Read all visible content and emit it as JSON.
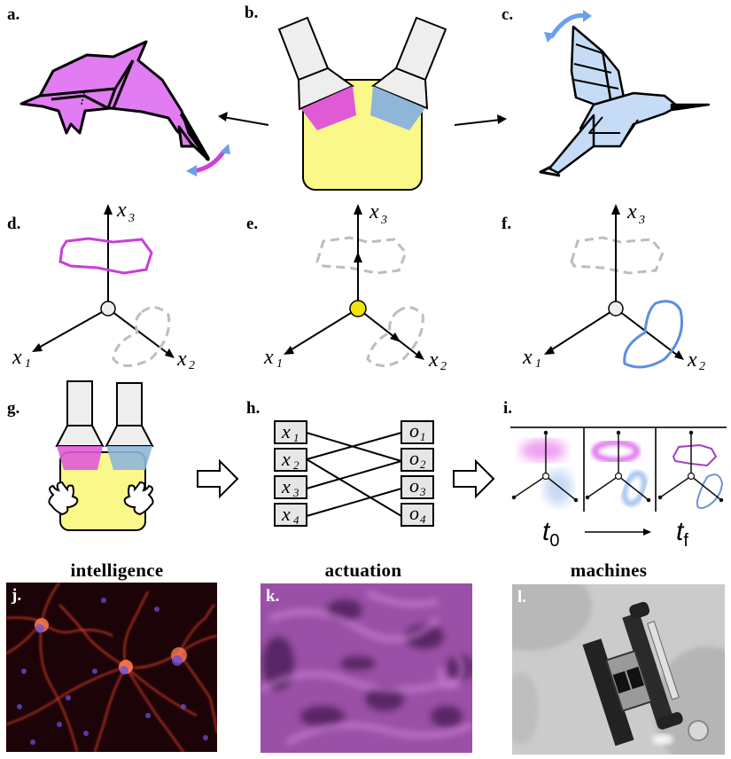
{
  "panels": {
    "a": {
      "label": "a.",
      "subject": "origami-dolphin",
      "fill": "#e17cf3",
      "arrow_colors": [
        "#d23fe0",
        "#6aa0ec"
      ]
    },
    "b": {
      "label": "b.",
      "subject": "two-headed-controller",
      "body_fill": "#fbf88a",
      "head_fill": "#eeeeee",
      "left_tint": "#e05ad6",
      "right_tint": "#8fb6d8"
    },
    "c": {
      "label": "c.",
      "subject": "origami-hummingbird",
      "fill": "#c6dcf6",
      "arrow_color": "#6aa0ec"
    },
    "d": {
      "label": "d.",
      "axes": {
        "x1": "x",
        "x1_sub": "1",
        "x2": "x",
        "x2_sub": "2",
        "x3": "x",
        "x3_sub": "3"
      },
      "origin_fill": "#eeeeee",
      "active_loop_color": "#c93fd8",
      "inactive_color": "#bdbdbd"
    },
    "e": {
      "label": "e.",
      "axes": {
        "x1": "x",
        "x1_sub": "1",
        "x2": "x",
        "x2_sub": "2",
        "x3": "x",
        "x3_sub": "3"
      },
      "origin_fill": "#f2e40a",
      "inactive_color": "#bdbdbd"
    },
    "f": {
      "label": "f.",
      "axes": {
        "x1": "x",
        "x1_sub": "1",
        "x2": "x",
        "x2_sub": "2",
        "x3": "x",
        "x3_sub": "3"
      },
      "origin_fill": "#eeeeee",
      "active_loop_color": "#5b8fe0",
      "inactive_color": "#bdbdbd"
    },
    "g": {
      "label": "g.",
      "subject": "controller-with-hands"
    },
    "h": {
      "label": "h.",
      "inputs": [
        {
          "sym": "x",
          "sub": "1"
        },
        {
          "sym": "x",
          "sub": "2"
        },
        {
          "sym": "x",
          "sub": "3"
        },
        {
          "sym": "x",
          "sub": "4"
        }
      ],
      "outputs": [
        {
          "sym": "o",
          "sub": "1"
        },
        {
          "sym": "o",
          "sub": "2"
        },
        {
          "sym": "o",
          "sub": "3"
        },
        {
          "sym": "o",
          "sub": "4"
        }
      ],
      "connections": [
        [
          1,
          2
        ],
        [
          2,
          1
        ],
        [
          2,
          4
        ],
        [
          3,
          2
        ],
        [
          4,
          3
        ]
      ],
      "box_fill": "#e6e6e6"
    },
    "i": {
      "label": "i.",
      "time_start": "t",
      "time_start_sub": "0",
      "time_end": "t",
      "time_end_sub": "f",
      "frames": 3
    }
  },
  "photos": [
    {
      "title": "intelligence",
      "label": "j.",
      "subject": "neuron-culture-fluorescence"
    },
    {
      "title": "actuation",
      "label": "k.",
      "subject": "active-matter-swirls"
    },
    {
      "title": "machines",
      "label": "l.",
      "subject": "micro-robot-microscopy"
    }
  ]
}
